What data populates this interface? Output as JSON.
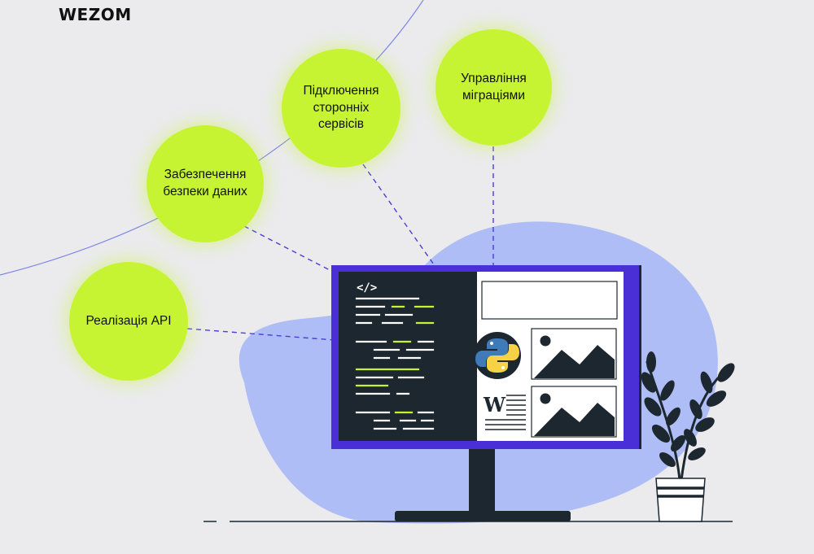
{
  "brand": {
    "logo_text": "WEZOM"
  },
  "nodes": [
    {
      "id": "api",
      "label": "Реалізація API"
    },
    {
      "id": "security",
      "label": "Забезпечення\nбезпеки даних"
    },
    {
      "id": "third_party",
      "label": "Підключення\nсторонніх\nсервісів"
    },
    {
      "id": "migrations",
      "label": "Управління\nміграціями"
    }
  ],
  "monitor": {
    "code_tag": "</>",
    "document_letter": "W",
    "center_icon": "python-logo-icon"
  },
  "colors": {
    "background": "#ebebed",
    "bubble": "#c6f432",
    "blob": "#aebdf5",
    "monitor_frame": "#4a2fd6",
    "dark": "#1d2730",
    "code_green": "#c6f432",
    "python_blue": "#3f7bb8",
    "python_yellow": "#f7d244",
    "connector": "#4a3fd0"
  }
}
